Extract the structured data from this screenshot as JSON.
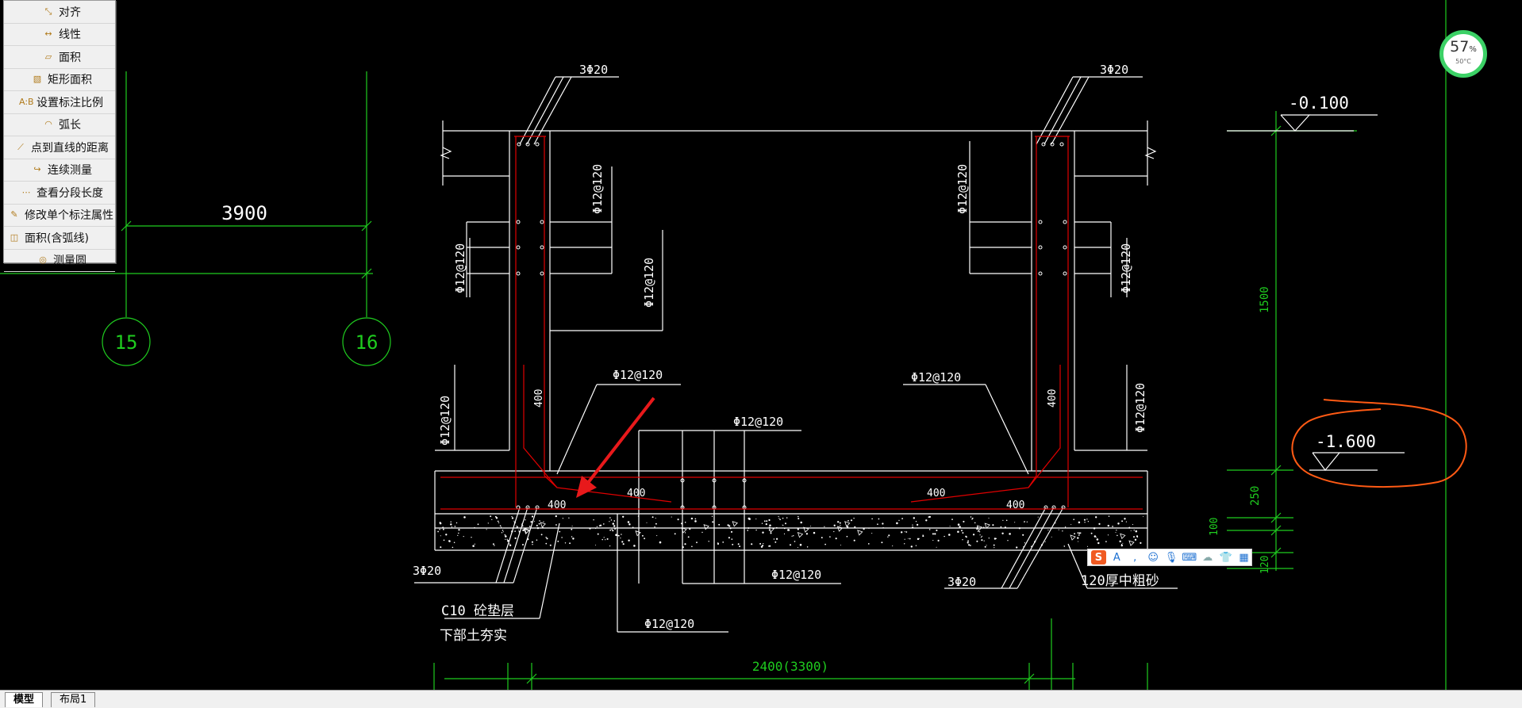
{
  "tools": [
    {
      "label": "对齐",
      "icon": "align-icon"
    },
    {
      "label": "线性",
      "icon": "linear-dimension-icon"
    },
    {
      "label": "面积",
      "icon": "area-icon"
    },
    {
      "label": "矩形面积",
      "icon": "rect-area-icon"
    },
    {
      "label": "设置标注比例",
      "icon": "scale-icon"
    },
    {
      "label": "弧长",
      "icon": "arc-length-icon"
    },
    {
      "label": "点到直线的距离",
      "icon": "point-line-distance-icon"
    },
    {
      "label": "连续测量",
      "icon": "continuous-measure-icon"
    },
    {
      "label": "查看分段长度",
      "icon": "segment-length-icon"
    },
    {
      "label": "修改单个标注属性",
      "icon": "edit-dimension-icon"
    },
    {
      "label": "面积(含弧线)",
      "icon": "arc-area-icon"
    },
    {
      "label": "测量圆",
      "icon": "measure-circle-icon"
    }
  ],
  "layout_tabs": [
    {
      "label": "模型",
      "active": true
    },
    {
      "label": "布局1",
      "active": false
    }
  ],
  "widget": {
    "percent": "57",
    "unit": "%",
    "temp": "50°C"
  },
  "drawing": {
    "axis_15": "15",
    "axis_16": "16",
    "dim_3900": "3900",
    "bar_3phi20": "3Φ20",
    "phi12_120": "Φ12@120",
    "dim_400": "400",
    "level_top": "-0.100",
    "level_bottom": "-1.600",
    "dim_1500": "1500",
    "dim_250": "250",
    "dim_100": "100",
    "dim_120": "120",
    "c10_label": "C10   砼垫层",
    "soil_label": "下部土夯实",
    "sand_label": "120厚中粗砂",
    "width_label": "2400(3300)"
  },
  "colors": {
    "green": "#1fcc1f",
    "white": "#ffffff",
    "red": "#e00000",
    "orange": "#ff5a14",
    "arrow": "#e8191b"
  }
}
